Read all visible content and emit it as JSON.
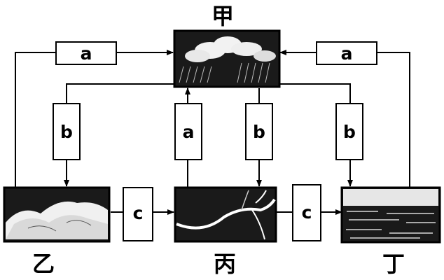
{
  "nodes": {
    "jia": "甲",
    "yi": "乙",
    "bing": "丙",
    "ding": "丁"
  },
  "labels": {
    "top_left": "a",
    "top_right": "a",
    "b_left": "b",
    "a_middle": "a",
    "b_middle": "b",
    "b_right": "b",
    "c_left": "c",
    "c_right": "c"
  }
}
